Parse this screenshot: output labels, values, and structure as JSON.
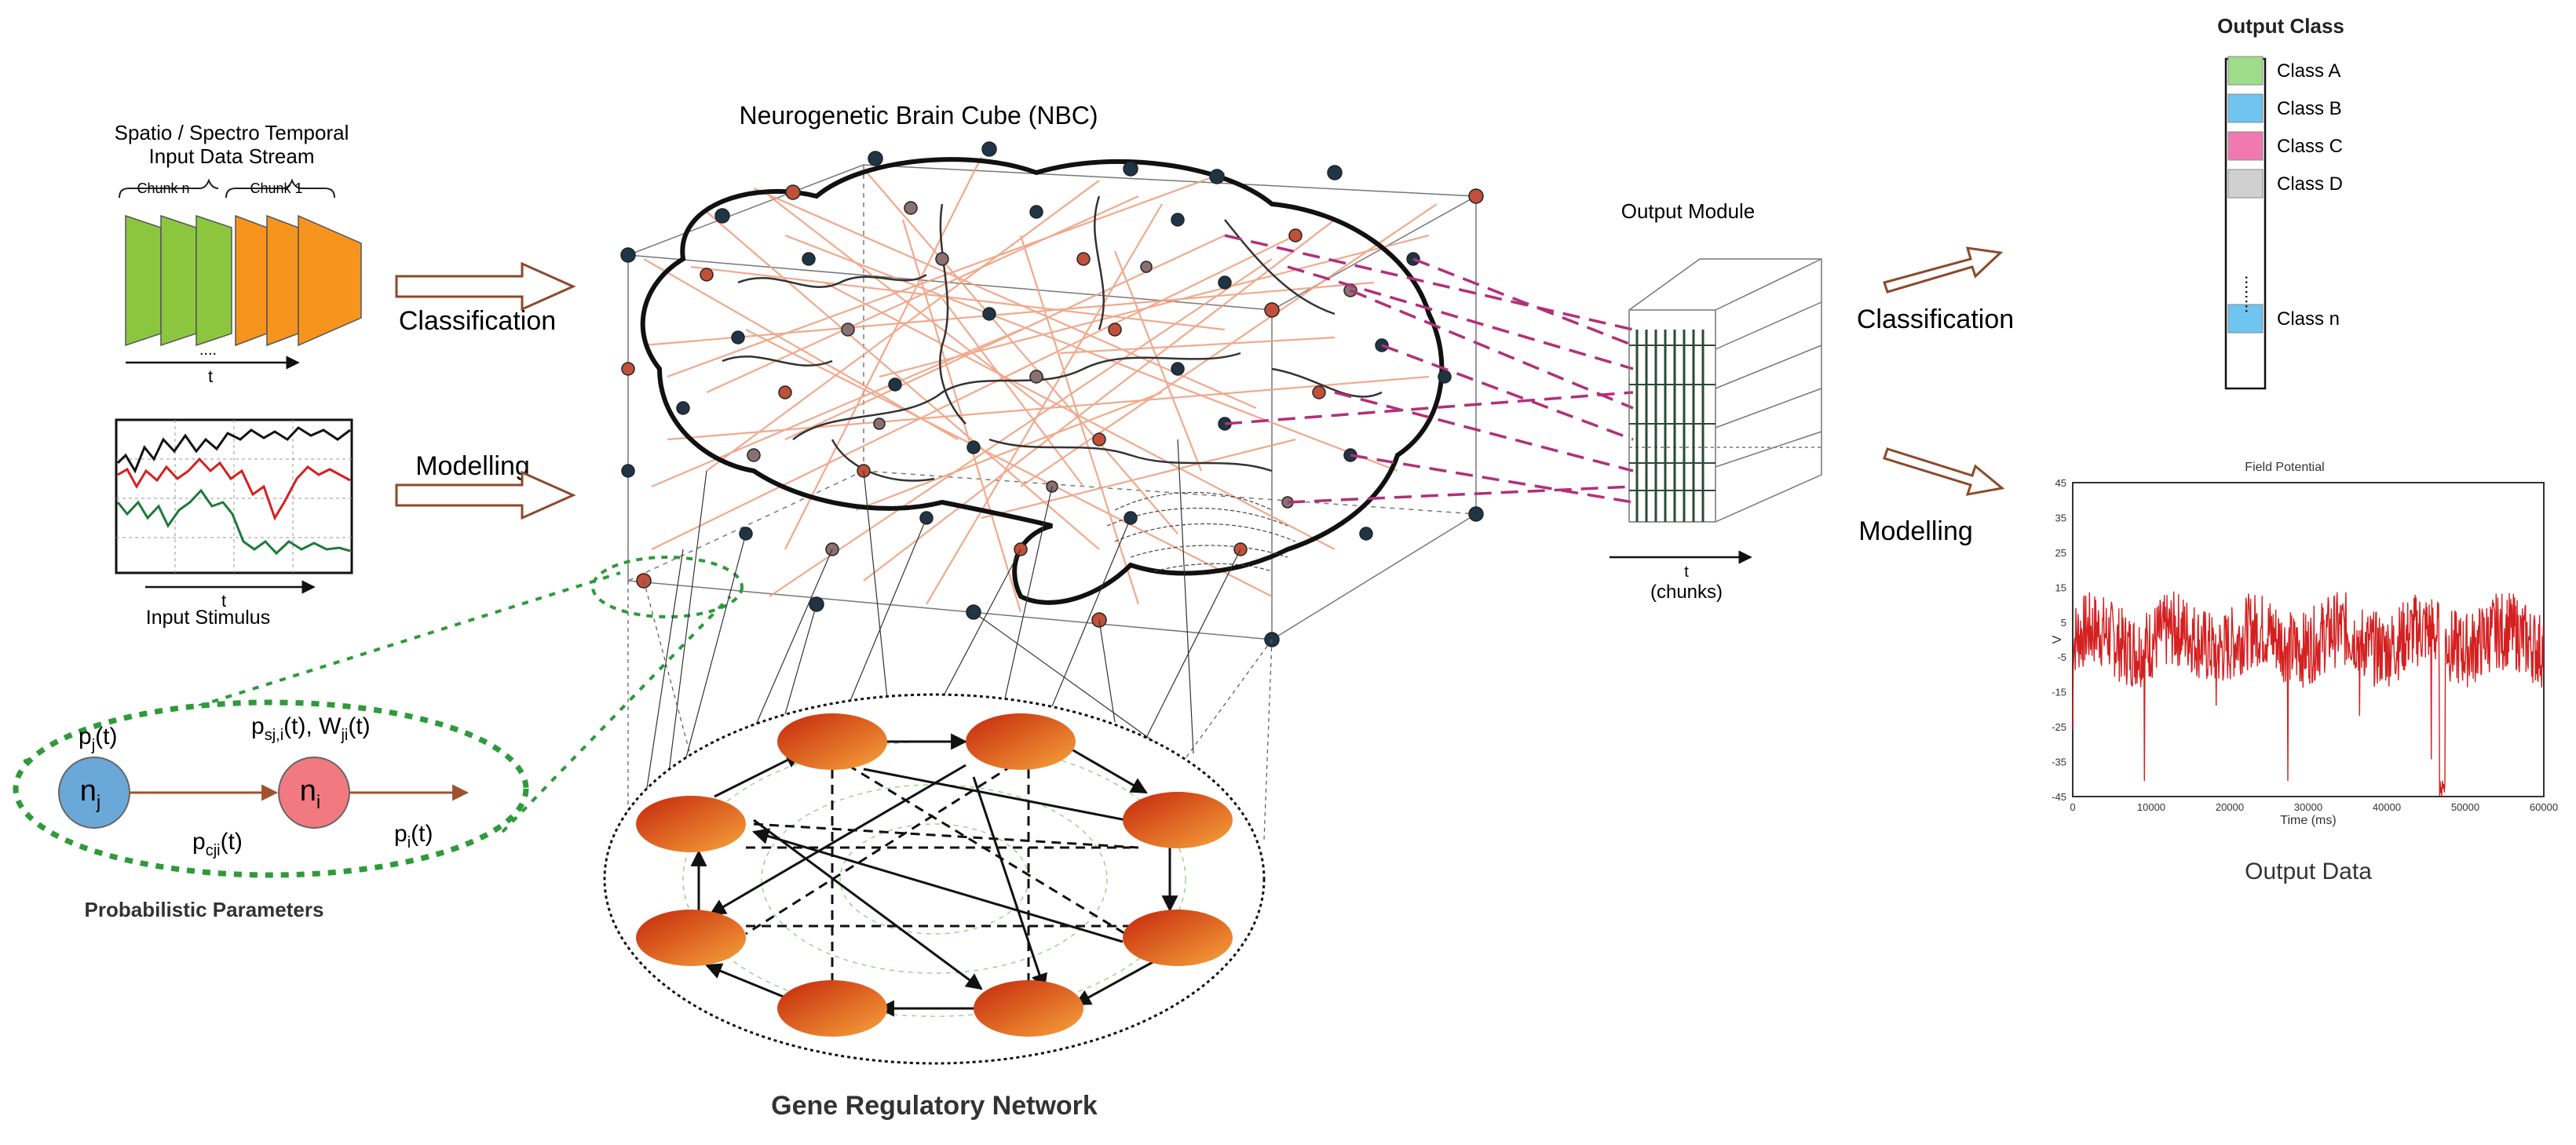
{
  "input": {
    "title_line1": "Spatio / Spectro Temporal",
    "title_line2": "Input Data Stream",
    "chunk_n": "Chunk n",
    "chunk_1": "Chunk 1",
    "ellipsis": "....",
    "time_label": "t",
    "stimulus_label": "Input Stimulus",
    "stimulus_time_label": "t",
    "classification_label": "Classification",
    "modelling_label": "Modelling"
  },
  "nbc": {
    "title": "Neurogenetic Brain Cube (NBC)"
  },
  "params": {
    "title": "Probabilistic Parameters",
    "node_j": "n",
    "node_j_sub": "j",
    "node_i": "n",
    "node_i_sub": "i",
    "pj": "p",
    "pj_sub": "j",
    "pj_t": "(t)",
    "psij": "p",
    "psij_sub": "sj,i",
    "psij_t": "(t), W",
    "wji_sub": "ji",
    "wji_t": "(t)",
    "pcji": "p",
    "pcji_sub": "cji",
    "pcji_t": "(t)",
    "pi": "p",
    "pi_sub": "i",
    "pi_t": "(t)"
  },
  "grn": {
    "title": "Gene Regulatory Network"
  },
  "output_module": {
    "title": "Output Module",
    "time_label": "t",
    "chunks_label": "(chunks)",
    "classification_label": "Classification",
    "modelling_label": "Modelling"
  },
  "output_class": {
    "title": "Output Class",
    "classes": [
      {
        "label": "Class A",
        "color": "#9fdc8a"
      },
      {
        "label": "Class B",
        "color": "#6fc4f0"
      },
      {
        "label": "Class C",
        "color": "#f07ab0"
      },
      {
        "label": "Class D",
        "color": "#d0d0d0"
      },
      {
        "label": "Class n",
        "color": "#6fc4f0"
      }
    ],
    "dots": "........"
  },
  "output_data": {
    "title": "Output Data",
    "chart_data": {
      "type": "line",
      "title": "Field Potential",
      "xlabel": "Time (ms)",
      "ylabel": "V",
      "xlim": [
        0,
        60000
      ],
      "ylim": [
        -45,
        45
      ],
      "x_ticks": [
        "0",
        "10000",
        "20000",
        "30000",
        "40000",
        "50000",
        "60000"
      ],
      "y_ticks": [
        "45",
        "35",
        "25",
        "15",
        "5",
        "-5",
        "-15",
        "-25",
        "-35",
        "-45"
      ],
      "series": [
        {
          "color": "#d42020",
          "mean": 0,
          "range": [
            -45,
            15
          ]
        }
      ]
    }
  },
  "colors": {
    "green": "#8cc63f",
    "orange": "#f7941d",
    "grn_node": "#e8501c",
    "salmon_edge": "#f0a080",
    "magenta": "#b0307a",
    "dotted_green": "#2e9a3a",
    "node_blue": "#6aa8d8",
    "node_pink": "#f07a80"
  }
}
